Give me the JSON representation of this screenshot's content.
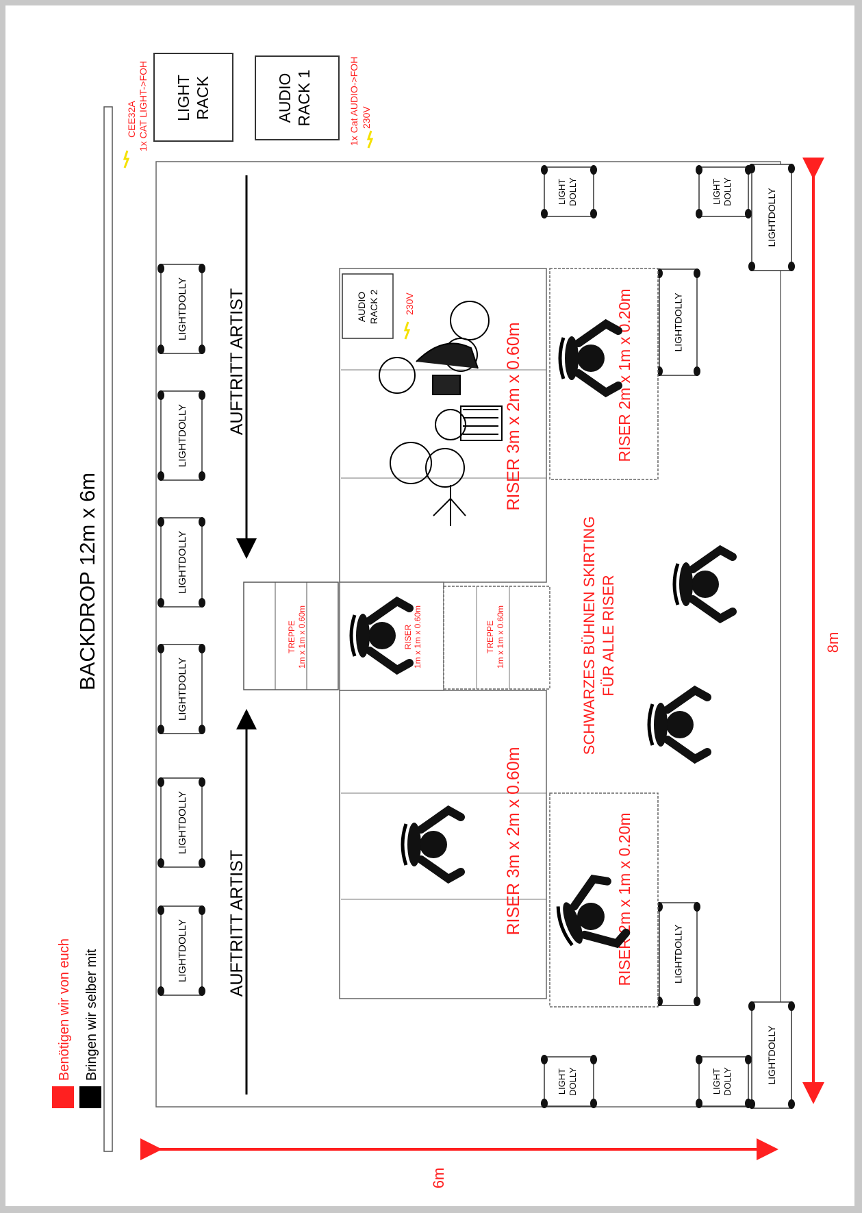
{
  "legend": {
    "red_label": "Benötigen wir von euch",
    "black_label": "Bringen wir selber mit"
  },
  "colors": {
    "red": "#ff2020",
    "black": "#000000",
    "yellow": "#f5e100",
    "line": "#555555"
  },
  "backdrop": {
    "label": "BACKDROP 12m x 6m"
  },
  "racks": {
    "light": {
      "label_line1": "LIGHT",
      "label_line2": "RACK",
      "note_power": "CEE32A",
      "note_cable": "1x CAT LIGHT->FOH"
    },
    "audio1": {
      "label_line1": "AUDIO",
      "label_line2": "RACK 1",
      "note_cable": "1x Cat AUDIO->FOH",
      "note_power": "230V"
    },
    "audio2": {
      "label_line1": "AUDIO",
      "label_line2": "RACK 2",
      "note_power": "230V"
    }
  },
  "lightdolly_label": "LIGHTDOLLY",
  "light_dolly": {
    "line1": "LIGHT",
    "line2": "DOLLY"
  },
  "entrance": {
    "left": "AUFTRITT ARTIST",
    "right": "AUFTRITT ARTIST"
  },
  "risers": {
    "drum": "RISER 3m x 2m x 0.60m",
    "left_main": "RISER 3m x 2m x 0.60m",
    "right_small": "RISER 2m x 1m x 0.20m",
    "left_small": "RISER 2m x 1m x 0.20m",
    "center": {
      "line1": "RISER",
      "line2": "1m x 1m x 0.60m"
    }
  },
  "stairs": {
    "a": {
      "line1": "TREPPE",
      "line2": "1m x 1m x 0.60m"
    },
    "b": {
      "line1": "TREPPE",
      "line2": "1m x 1m x 0.60m"
    }
  },
  "skirting": {
    "line1": "SCHWARZES BÜHNEN SKIRTING",
    "line2": "FÜR ALLE RISER"
  },
  "dimensions": {
    "depth": "8m",
    "width": "6m"
  }
}
